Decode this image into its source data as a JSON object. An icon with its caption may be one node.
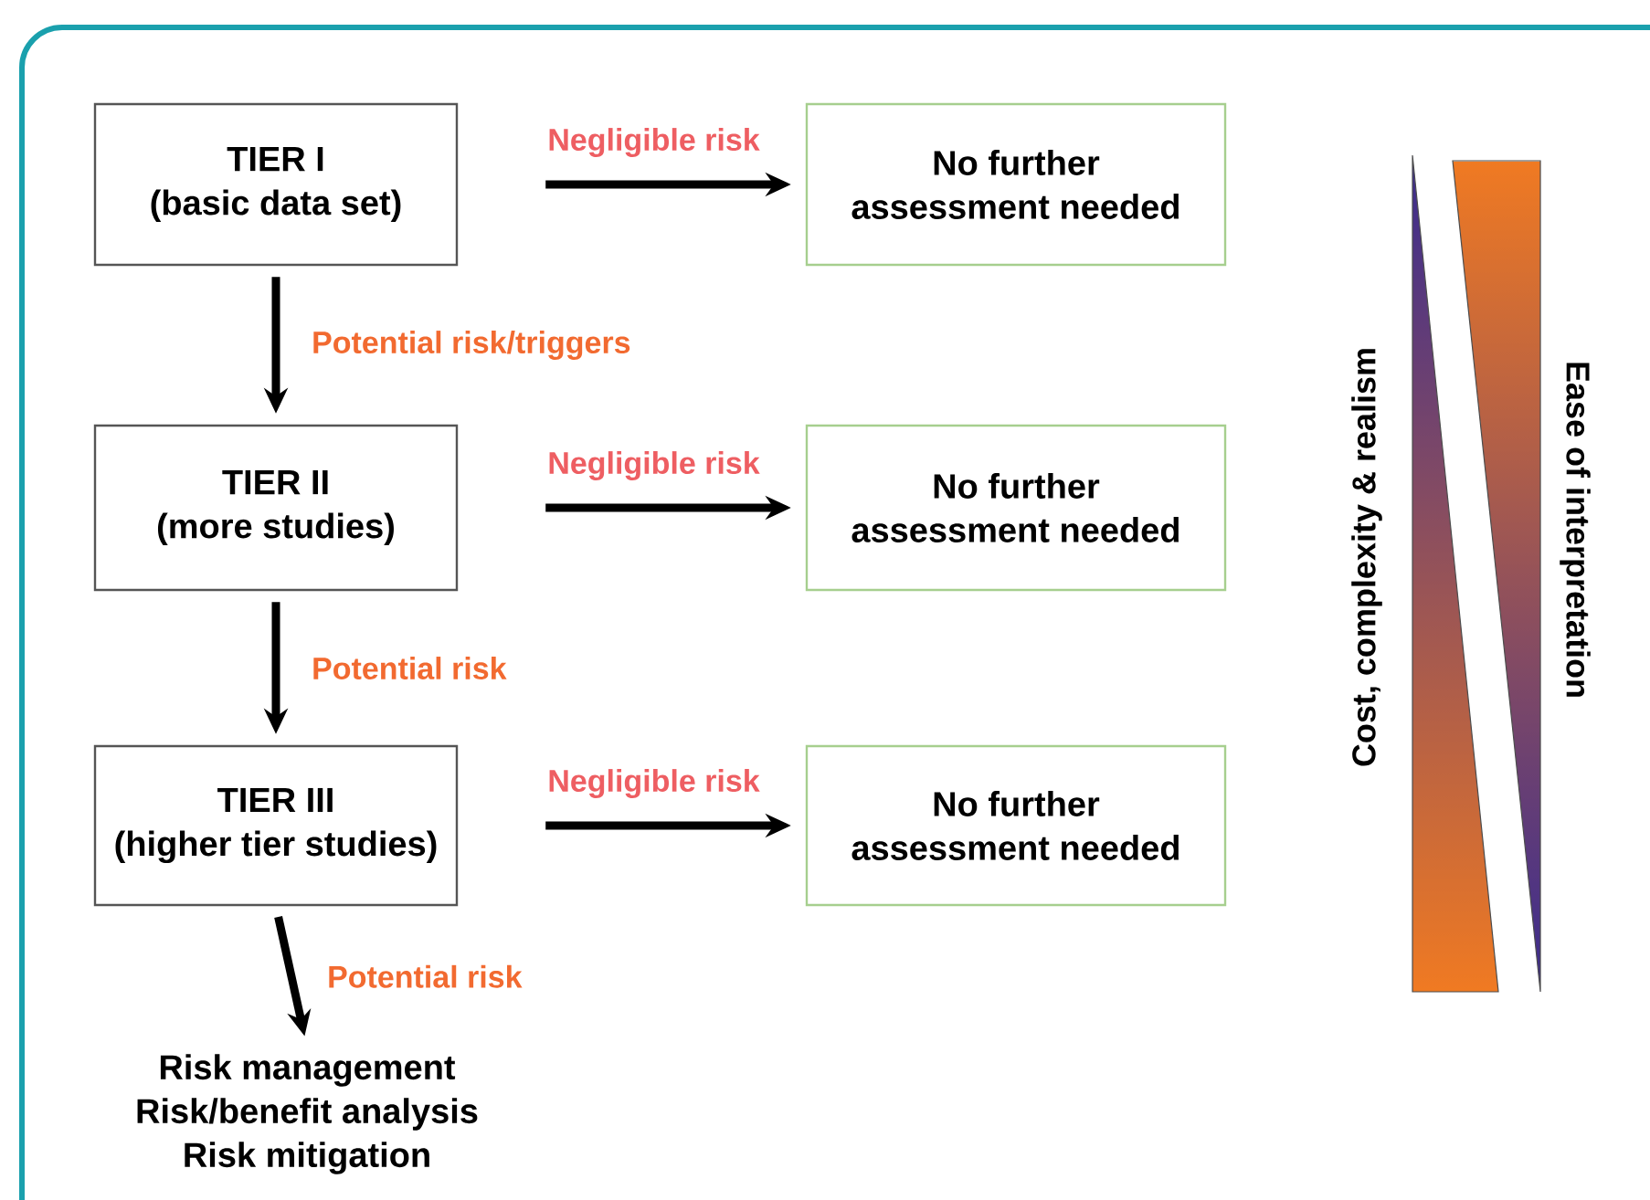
{
  "diagram": {
    "nodes": [
      {
        "text": [
          "TIER I",
          "(basic data set)"
        ]
      },
      {
        "text": [
          "No further",
          "assessment needed"
        ]
      },
      {
        "text": [
          "TIER II",
          "(more studies)"
        ]
      },
      {
        "text": [
          "No further",
          "assessment needed"
        ]
      },
      {
        "text": [
          "TIER III",
          "(higher tier studies)"
        ]
      },
      {
        "text": [
          "No further",
          "assessment needed"
        ]
      },
      {
        "text": [
          "Risk management",
          "Risk/benefit analysis",
          "Risk mitigation"
        ]
      }
    ],
    "edges": [
      {
        "from": 0,
        "to": 1,
        "arrow": "to",
        "label": "Negligible risk"
      },
      {
        "from": 0,
        "to": 2,
        "arrow": "to",
        "label": "Potential risk/triggers"
      },
      {
        "from": 2,
        "to": 3,
        "arrow": "to",
        "label": "Negligible risk"
      },
      {
        "from": 2,
        "to": 4,
        "arrow": "to",
        "label": "Potential risk"
      },
      {
        "from": 4,
        "to": 5,
        "arrow": "to",
        "label": "Negligible risk"
      },
      {
        "from": 4,
        "to": 6,
        "arrow": "to",
        "label": "Potential risk"
      }
    ],
    "labels": [
      "Cost, complexity & realism",
      "Ease of interpretation"
    ]
  }
}
